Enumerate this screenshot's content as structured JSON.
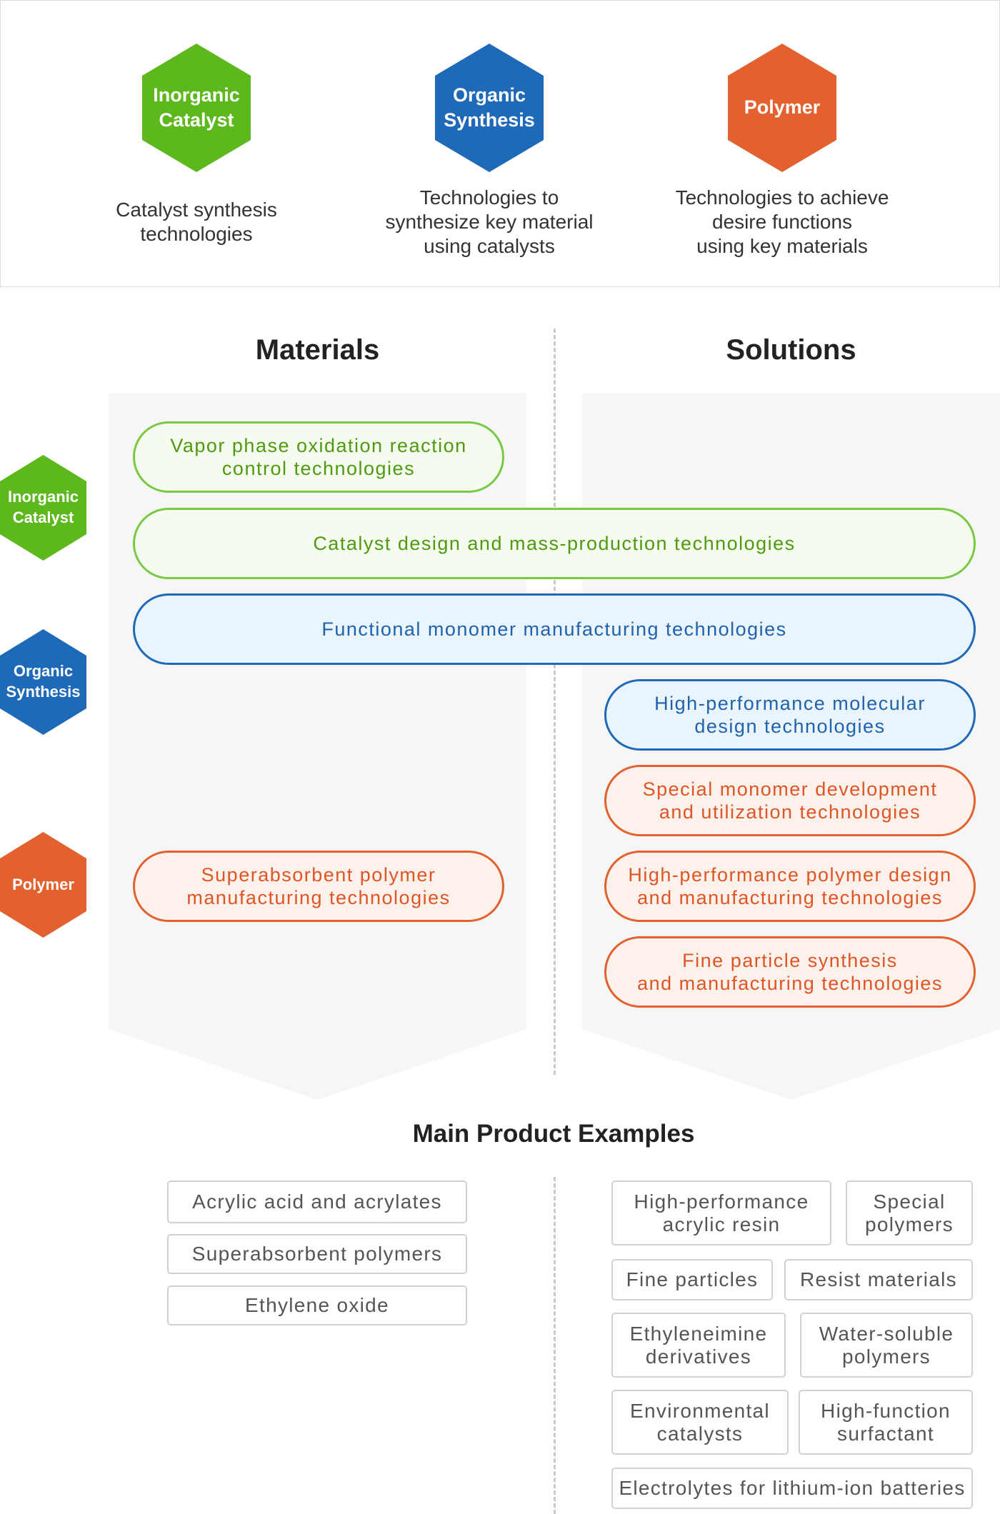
{
  "tech_categories": [
    {
      "name": "Inorganic Catalyst",
      "color": "#5cb81d",
      "description": "Catalyst synthesis\ntechnologies"
    },
    {
      "name": "Organic Synthesis",
      "color": "#1f6ab8",
      "description": "Technologies to\nsynthesize key material\nusing catalysts"
    },
    {
      "name": "Polymer",
      "color": "#e2612f",
      "description": "Technologies to achieve\ndesire functions\nusing key materials"
    }
  ],
  "sections": {
    "materials": "Materials",
    "solutions": "Solutions"
  },
  "row_labels": {
    "inorganic": "Inorganic Catalyst",
    "organic": "Organic Synthesis",
    "polymer": "Polymer"
  },
  "technologies": {
    "vapor_phase": "Vapor phase oxidation reaction\ncontrol technologies",
    "catalyst_design": "Catalyst design and mass-production technologies",
    "functional_monomer": "Functional monomer manufacturing technologies",
    "molecular_design": "High-performance molecular\ndesign technologies",
    "special_monomer": "Special monomer development\nand utilization technologies",
    "superabsorbent": "Superabsorbent polymer\nmanufacturing technologies",
    "polymer_design": "High-performance polymer design\nand manufacturing technologies",
    "fine_particle": "Fine particle synthesis\nand manufacturing technologies"
  },
  "products": {
    "title": "Main Product Examples",
    "materials": [
      "Acrylic acid and acrylates",
      "Superabsorbent polymers",
      "Ethylene oxide"
    ],
    "solutions": [
      "High-performance\nacrylic resin",
      "Special\npolymers",
      "Fine particles",
      "Resist materials",
      "Ethyleneimine\nderivatives",
      "Water-soluble\npolymers",
      "Environmental\ncatalysts",
      "High-function\nsurfactant",
      "Electrolytes for lithium-ion batteries"
    ]
  }
}
